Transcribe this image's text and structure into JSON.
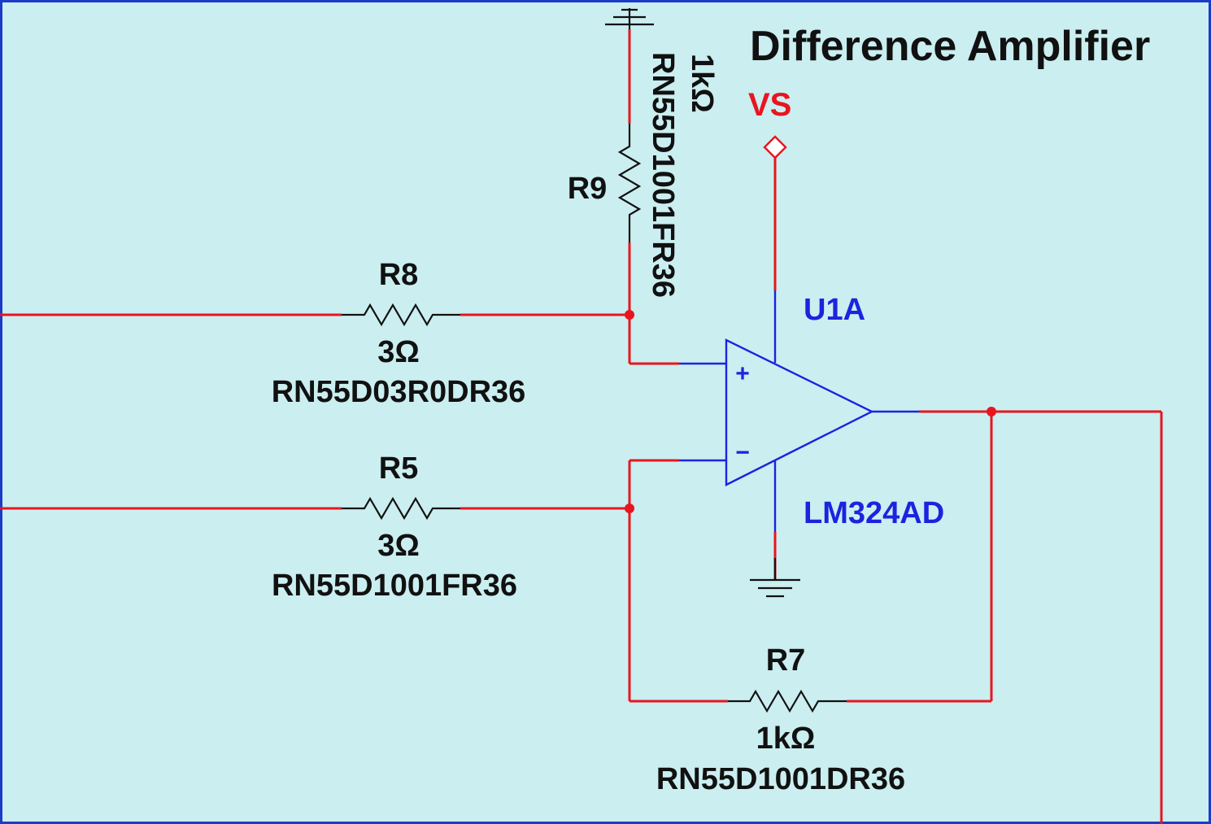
{
  "title": "Difference Amplifier",
  "supply_label": "VS",
  "opamp": {
    "ref": "U1A",
    "part": "LM324AD",
    "plus": "+",
    "minus": "−"
  },
  "resistors": {
    "r8": {
      "ref": "R8",
      "value": "3Ω",
      "part": "RN55D03R0DR36"
    },
    "r5": {
      "ref": "R5",
      "value": "3Ω",
      "part": "RN55D1001FR36"
    },
    "r9": {
      "ref": "R9",
      "value": "1kΩ",
      "part": "RN55D1001FR36"
    },
    "r7": {
      "ref": "R7",
      "value": "1kΩ",
      "part": "RN55D1001DR36"
    }
  },
  "colors": {
    "background": "#cbeef0",
    "wire": "#e8151f",
    "opamp": "#1a24e0",
    "component": "#111111",
    "border": "#1a3cc8"
  }
}
